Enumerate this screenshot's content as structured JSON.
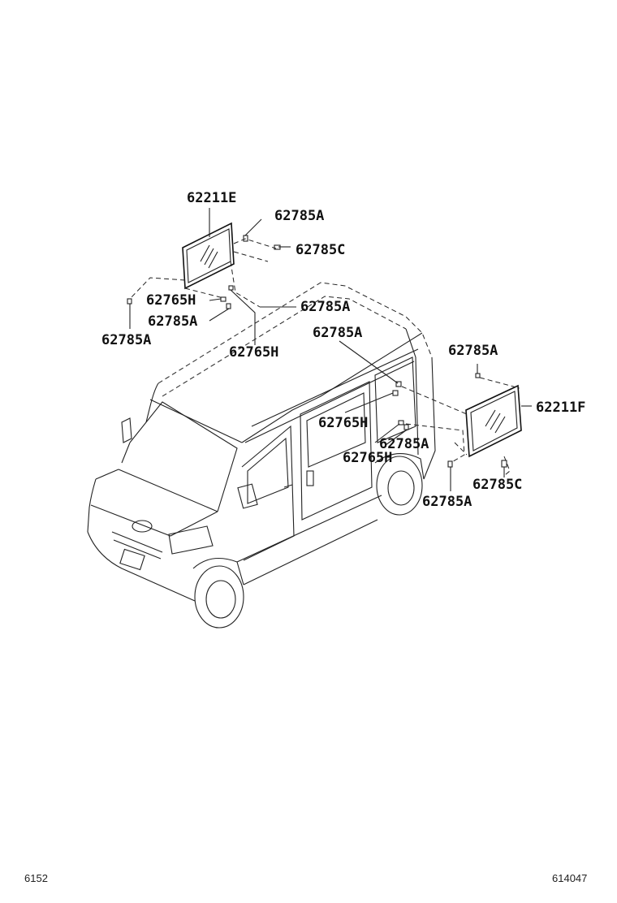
{
  "labels": [
    {
      "id": "lbl-62211e",
      "text": "62211E"
    },
    {
      "id": "lbl-62785a-1",
      "text": "62785A"
    },
    {
      "id": "lbl-62785c-1",
      "text": "62785C"
    },
    {
      "id": "lbl-62765h-1",
      "text": "62765H"
    },
    {
      "id": "lbl-62785a-2",
      "text": "62785A"
    },
    {
      "id": "lbl-62785a-3",
      "text": "62785A"
    },
    {
      "id": "lbl-62785a-4",
      "text": "62785A"
    },
    {
      "id": "lbl-62765h-2",
      "text": "62765H"
    },
    {
      "id": "lbl-62785a-5",
      "text": "62785A"
    },
    {
      "id": "lbl-62785a-6",
      "text": "62785A"
    },
    {
      "id": "lbl-62211f",
      "text": "62211F"
    },
    {
      "id": "lbl-62765h-3",
      "text": "62765H"
    },
    {
      "id": "lbl-62785a-7",
      "text": "62785A"
    },
    {
      "id": "lbl-62765h-4",
      "text": "62765H"
    },
    {
      "id": "lbl-62785c-2",
      "text": "62785C"
    },
    {
      "id": "lbl-62785a-8",
      "text": "62785A"
    }
  ],
  "footer": {
    "left_code": "6152",
    "right_code": "614047"
  }
}
